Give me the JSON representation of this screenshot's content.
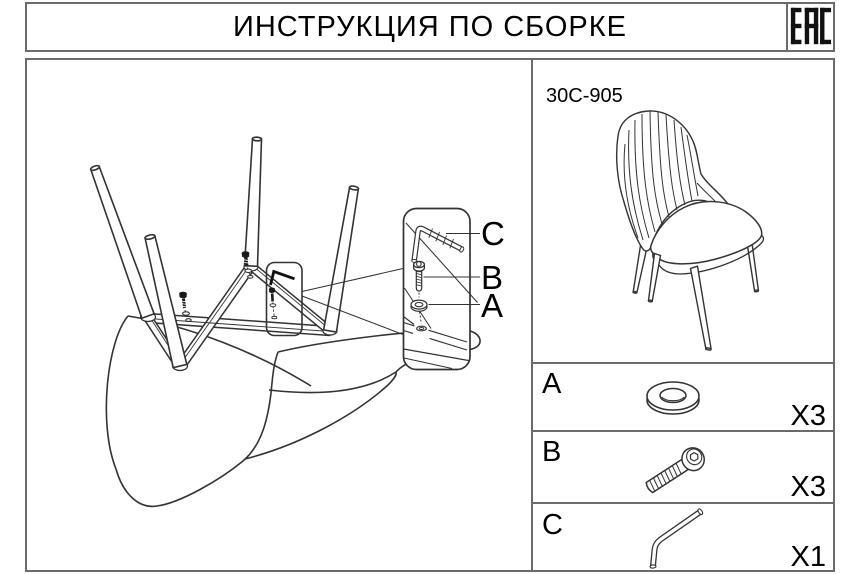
{
  "header": {
    "title": "ИНСТРУКЦИЯ ПО СБОРКЕ",
    "certification_mark": "EAC"
  },
  "product": {
    "model": "30С-905"
  },
  "detail_callout": {
    "labels": [
      "C",
      "B",
      "A"
    ]
  },
  "parts_list": [
    {
      "label": "A",
      "icon": "washer-icon",
      "quantity": "X3"
    },
    {
      "label": "B",
      "icon": "screw-icon",
      "quantity": "X3"
    },
    {
      "label": "C",
      "icon": "allen-key-icon",
      "quantity": "X1"
    }
  ],
  "colors": {
    "line": "#333333",
    "box_border": "#6b6b6b",
    "text": "#000000"
  }
}
